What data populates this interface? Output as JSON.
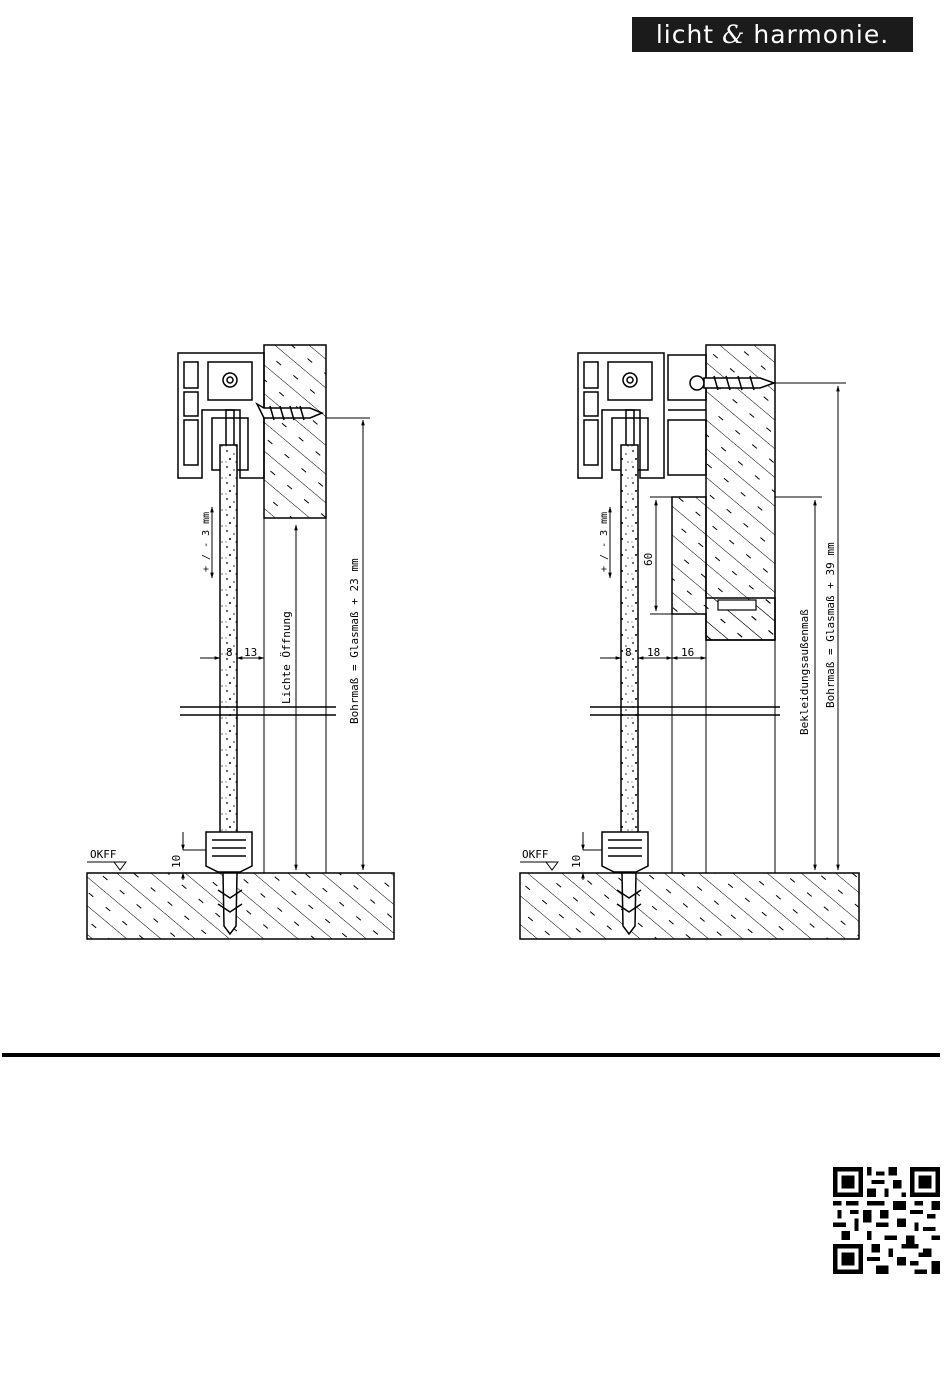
{
  "logo": {
    "part1": "licht",
    "amp": "&",
    "part2": "harmonie."
  },
  "left_drawing": {
    "okff": "OKFF",
    "tolerance": "+ / - 3 mm",
    "dim_glass": "8",
    "dim_gap": "13",
    "floor_depth": "10",
    "opening": "Lichte Öffnung",
    "drill": "Bohrmaß = Glasmaß + 23 mm"
  },
  "right_drawing": {
    "okff": "OKFF",
    "tolerance": "+ / - 3 mm",
    "dim_glass": "8",
    "dim_gap": "18",
    "dim_frame": "16",
    "dim_height": "60",
    "floor_depth": "10",
    "cladding": "Bekleidungsaußenmaß",
    "drill": "Bohrmaß = Glasmaß + 39 mm"
  },
  "icons": {
    "qr": "qr-code-icon"
  }
}
